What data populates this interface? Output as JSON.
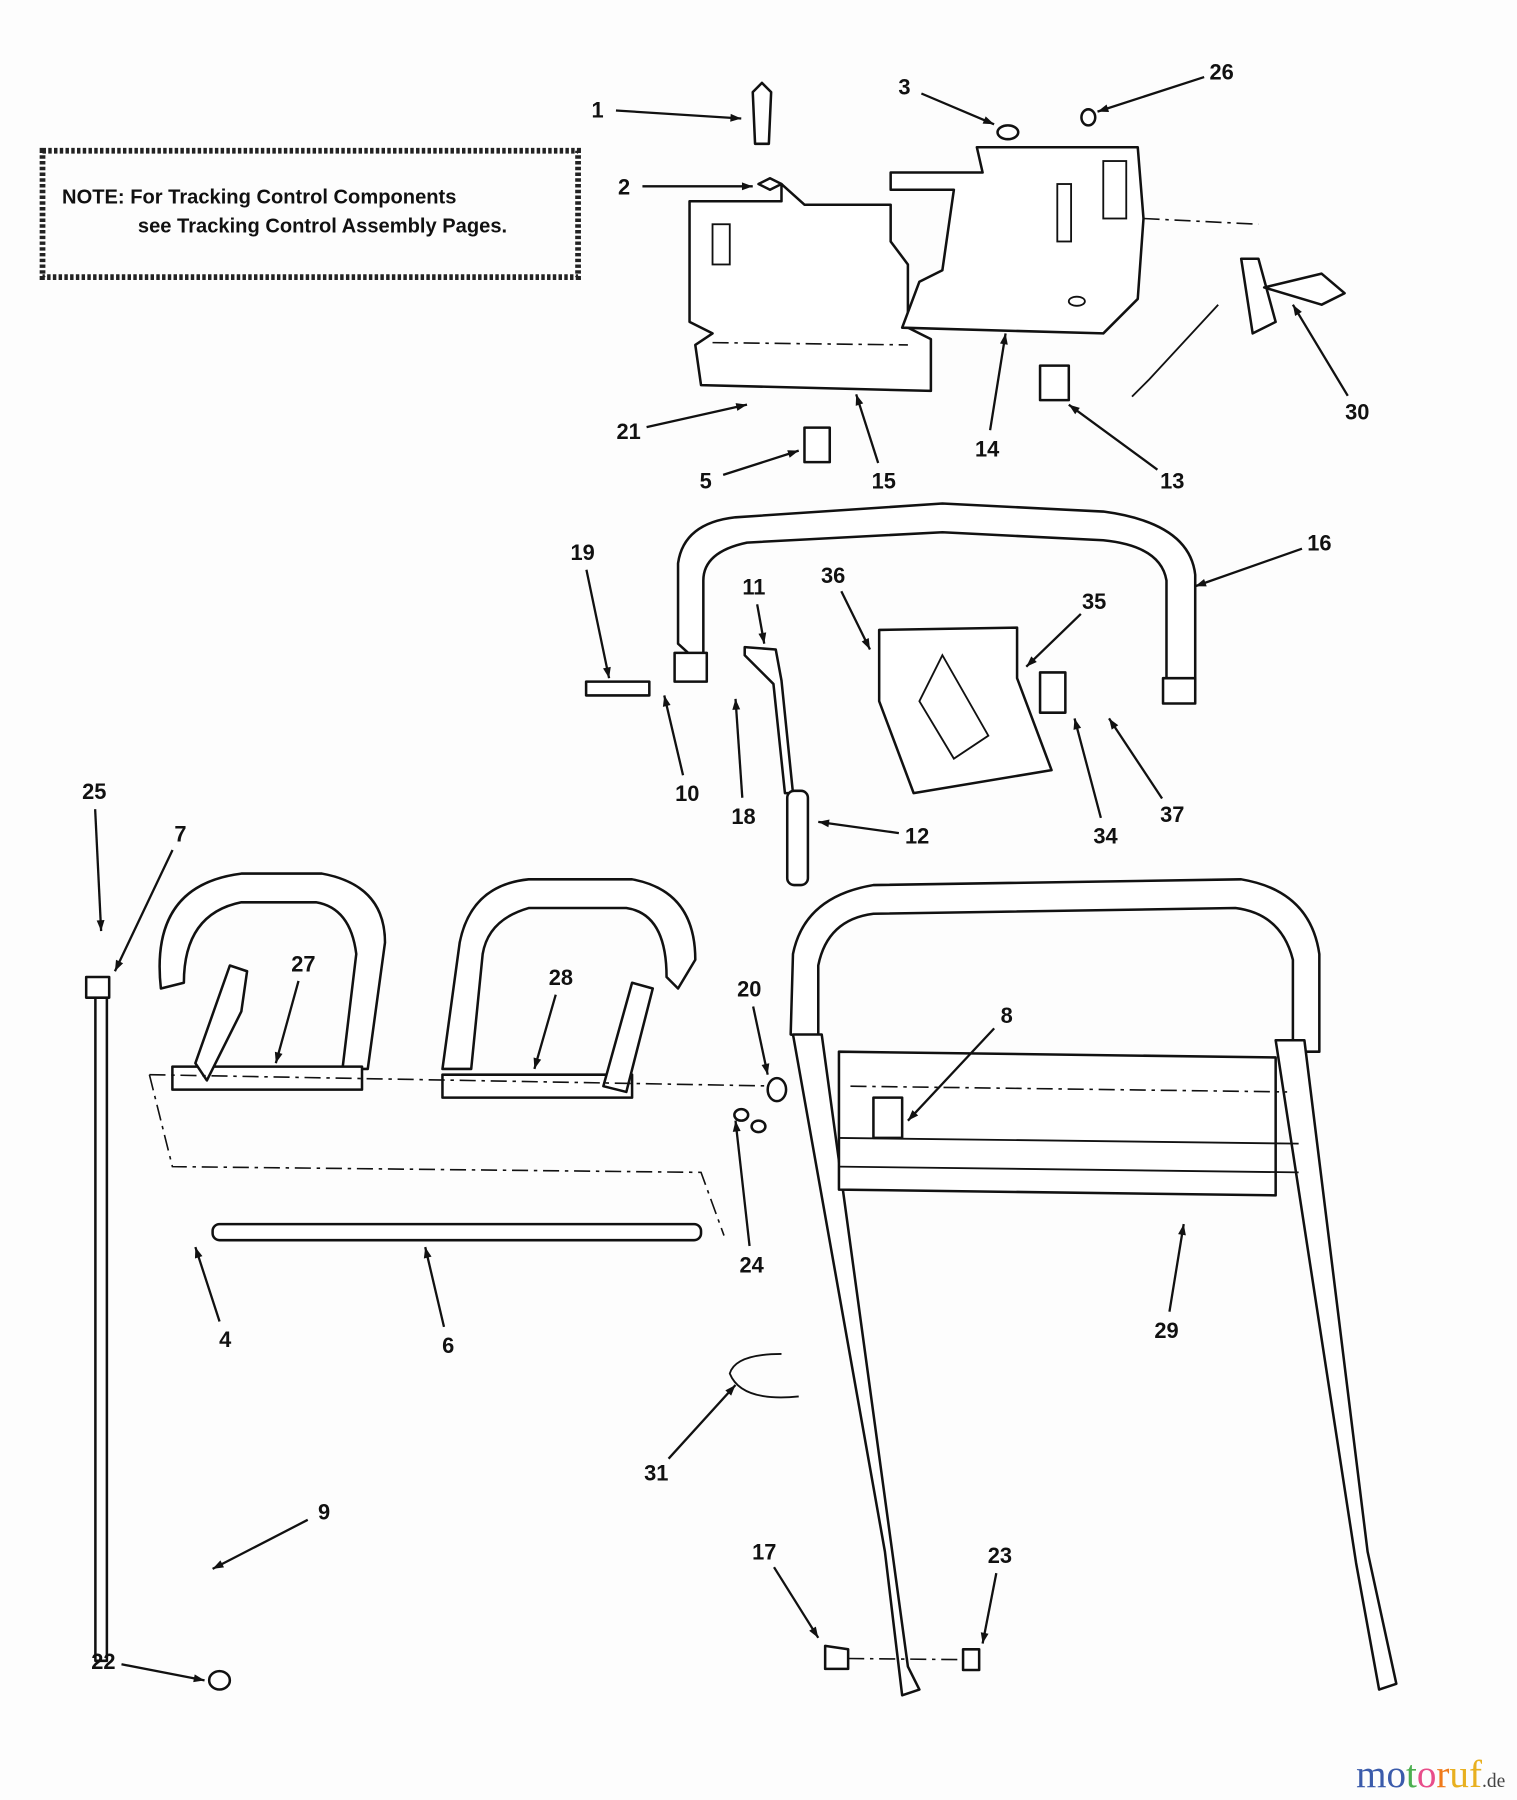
{
  "note": {
    "line1": "NOTE: For Tracking Control Components",
    "line2": "see Tracking Control Assembly Pages."
  },
  "callouts": [
    "1",
    "2",
    "3",
    "26",
    "21",
    "5",
    "15",
    "14",
    "13",
    "30",
    "19",
    "11",
    "36",
    "35",
    "16",
    "10",
    "18",
    "12",
    "34",
    "37",
    "25",
    "7",
    "27",
    "28",
    "20",
    "8",
    "24",
    "4",
    "6",
    "29",
    "31",
    "9",
    "17",
    "23",
    "22"
  ],
  "watermark": {
    "text": "motoruf",
    "suffix": ".de",
    "colors": [
      "#3b5bab",
      "#3b5bab",
      "#4caf50",
      "#e84d8a",
      "#f07a1a",
      "#e8b020",
      "#e8b020"
    ]
  }
}
